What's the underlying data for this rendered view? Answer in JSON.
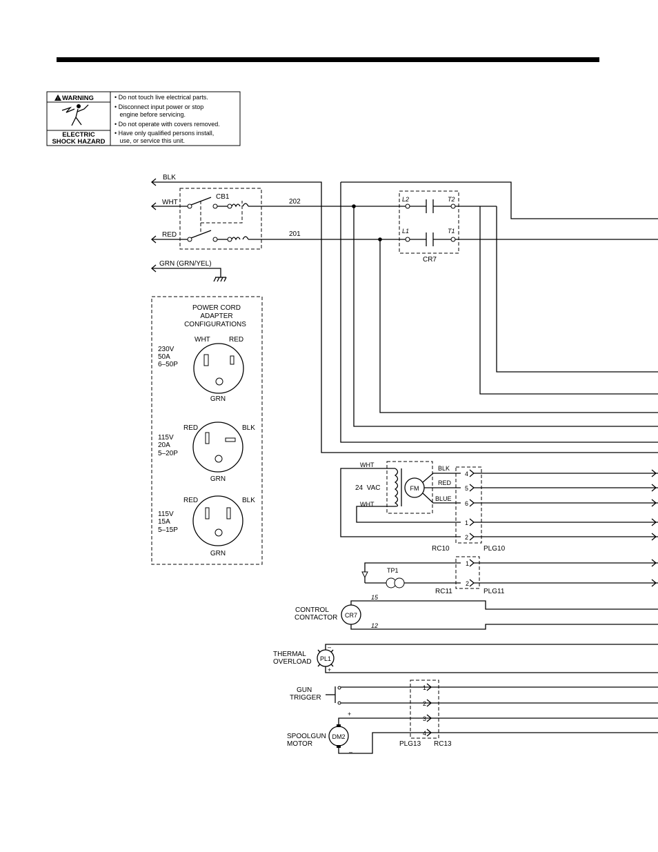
{
  "warning": {
    "title": "WARNING",
    "hazard_line1": "ELECTRIC",
    "hazard_line2": "SHOCK HAZARD",
    "items": [
      "• Do not touch live electrical parts.",
      "• Disconnect input power or stop",
      "   engine before servicing.",
      "• Do not operate with covers removed.",
      "• Have only qualified persons install,",
      "   use, or service this unit."
    ]
  },
  "labels": {
    "blk": "BLK",
    "wht": "WHT",
    "red": "RED",
    "cb1": "CB1",
    "wire202": "202",
    "wire201": "201",
    "grn": "GRN (GRN/YEL)",
    "l2": "L2",
    "t2": "T2",
    "l1": "L1",
    "t1": "T1",
    "cr7": "CR7"
  },
  "adapter": {
    "title1": "POWER CORD",
    "title2": "ADAPTER",
    "title3": "CONFIGURATIONS",
    "configs": [
      {
        "v": "230V",
        "a": "50A",
        "p": "6–50P",
        "left": "WHT",
        "right": "RED",
        "bottom": "GRN"
      },
      {
        "v": "115V",
        "a": "20A",
        "p": "5–20P",
        "left": "RED",
        "right": "BLK",
        "bottom": "GRN"
      },
      {
        "v": "115V",
        "a": "15A",
        "p": "5–15P",
        "left": "RED",
        "right": "BLK",
        "bottom": "GRN"
      }
    ]
  },
  "fan": {
    "wht_top": "WHT",
    "vac": "24  VAC",
    "wht_bot": "WHT",
    "fm": "FM",
    "blk": "BLK",
    "red": "RED",
    "blue": "BLUE",
    "pins": [
      "4",
      "5",
      "6",
      "1",
      "2"
    ],
    "rc": "RC10",
    "plg": "PLG10"
  },
  "tp": {
    "label": "TP1",
    "pins": [
      "1",
      "2"
    ],
    "rc": "RC11",
    "plg": "PLG11"
  },
  "contactor": {
    "line1": "CONTROL",
    "line2": "CONTACTOR",
    "symbol": "CR7",
    "wire15": "15",
    "wire12": "12"
  },
  "thermal": {
    "line1": "THERMAL",
    "line2": "OVERLOAD",
    "symbol": "PL1",
    "minus": "–",
    "plus": "+"
  },
  "gun": {
    "line1": "GUN",
    "line2": "TRIGGER",
    "motor1": "SPOOLGUN",
    "motor2": "MOTOR",
    "symbol": "DM2",
    "plus": "+",
    "minus": "–",
    "pins": [
      "1",
      "2",
      "3",
      "4"
    ],
    "plg": "PLG13",
    "rc": "RC13"
  }
}
